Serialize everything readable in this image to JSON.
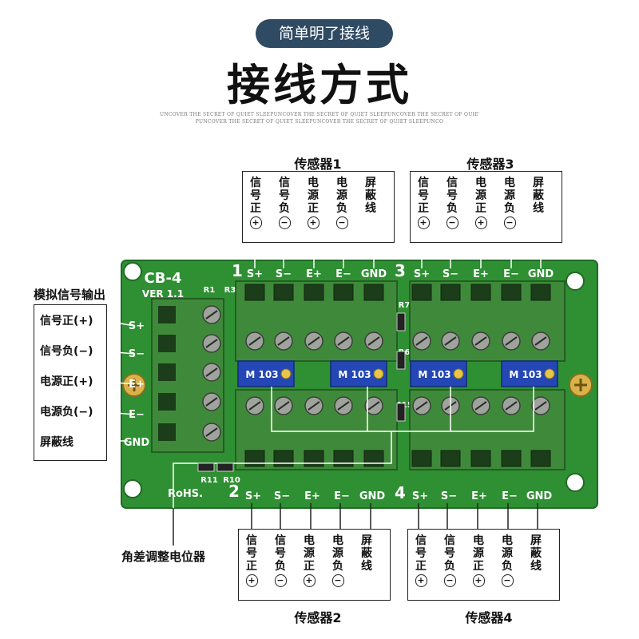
{
  "header": {
    "pill_text": "简单明了接线",
    "title": "接线方式",
    "subtitle_line1": "UNCOVER THE SECRET OF QUIET SLEEPUNCOVER THE SECRET OF QUIET SLEEPUNCOVER THE SECRET OF QUIET SLEE",
    "subtitle_line2": "PUNCOVER THE SECRET OF QUIET SLEEPUNCOVER THE SECRET OF QUIET SLEEPUNCO"
  },
  "sensors": [
    {
      "name": "传感器1"
    },
    {
      "name": "传感器3"
    },
    {
      "name": "传感器2"
    },
    {
      "name": "传感器4"
    }
  ],
  "wire_columns": [
    {
      "chars": [
        "信",
        "号",
        "正"
      ],
      "sign": "+"
    },
    {
      "chars": [
        "信",
        "号",
        "负"
      ],
      "sign": "−"
    },
    {
      "chars": [
        "电",
        "源",
        "正"
      ],
      "sign": "+"
    },
    {
      "chars": [
        "电",
        "源",
        "负"
      ],
      "sign": "−"
    },
    {
      "chars": [
        "屏",
        "蔽",
        "线"
      ],
      "sign": ""
    }
  ],
  "analog_output": {
    "title": "模拟信号输出",
    "items": [
      "信号正(+)",
      "信号负(−)",
      "电源正(+)",
      "电源负(−)",
      "屏蔽线"
    ]
  },
  "potentiometer_label": "角差调整电位器",
  "board": {
    "model": "CB-4",
    "version": "VER 1.1",
    "rohs": "RoHS.",
    "terminal_labels": [
      "S+",
      "S−",
      "E+",
      "E−",
      "GND"
    ],
    "left_terminal_labels": [
      "S+",
      "S−",
      "E+",
      "E−",
      "GND"
    ],
    "port_numbers": [
      "1",
      "3",
      "2",
      "4"
    ],
    "resistor_labels": [
      "R1",
      "R3",
      "R7",
      "R6",
      "R15",
      "R11",
      "R10"
    ],
    "pot_marking": "M 103",
    "colors": {
      "pcb": "#2f8f33",
      "terminal": "#3f8a3a",
      "pot": "#2447b5"
    }
  }
}
